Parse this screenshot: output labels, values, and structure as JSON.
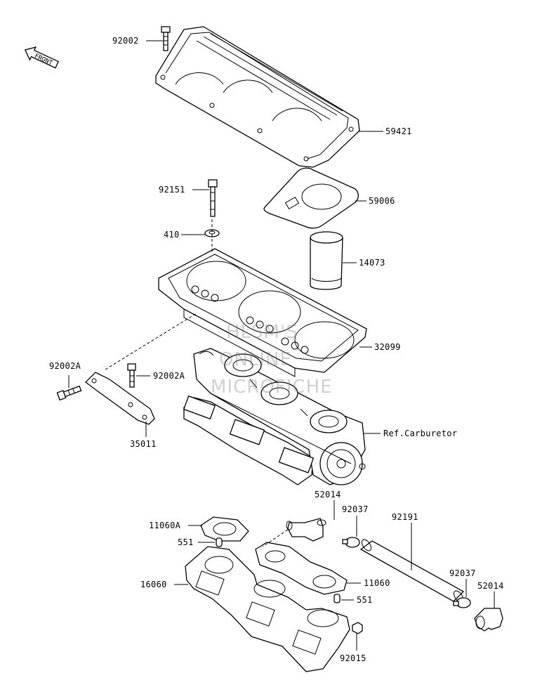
{
  "front_indicator": "FRONT",
  "watermark": [
    "HLSM'S",
    "ONLINE",
    "MICROFICHE"
  ],
  "callouts": [
    {
      "id": "92002",
      "label": "92002"
    },
    {
      "id": "59421",
      "label": "59421"
    },
    {
      "id": "92151",
      "label": "92151"
    },
    {
      "id": "59006",
      "label": "59006"
    },
    {
      "id": "410",
      "label": "410"
    },
    {
      "id": "14073",
      "label": "14073"
    },
    {
      "id": "32099",
      "label": "32099"
    },
    {
      "id": "92002A-left",
      "label": "92002A"
    },
    {
      "id": "92002A-right",
      "label": "92002A"
    },
    {
      "id": "ref-carburetor",
      "label": "Ref.Carburetor"
    },
    {
      "id": "35011",
      "label": "35011"
    },
    {
      "id": "52014-top",
      "label": "52014"
    },
    {
      "id": "92037-top",
      "label": "92037"
    },
    {
      "id": "11060A",
      "label": "11060A"
    },
    {
      "id": "551-top",
      "label": "551"
    },
    {
      "id": "92191",
      "label": "92191"
    },
    {
      "id": "92037-bottom",
      "label": "92037"
    },
    {
      "id": "52014-bottom",
      "label": "52014"
    },
    {
      "id": "16060",
      "label": "16060"
    },
    {
      "id": "11060",
      "label": "11060"
    },
    {
      "id": "551-bottom",
      "label": "551"
    },
    {
      "id": "92015",
      "label": "92015"
    }
  ]
}
